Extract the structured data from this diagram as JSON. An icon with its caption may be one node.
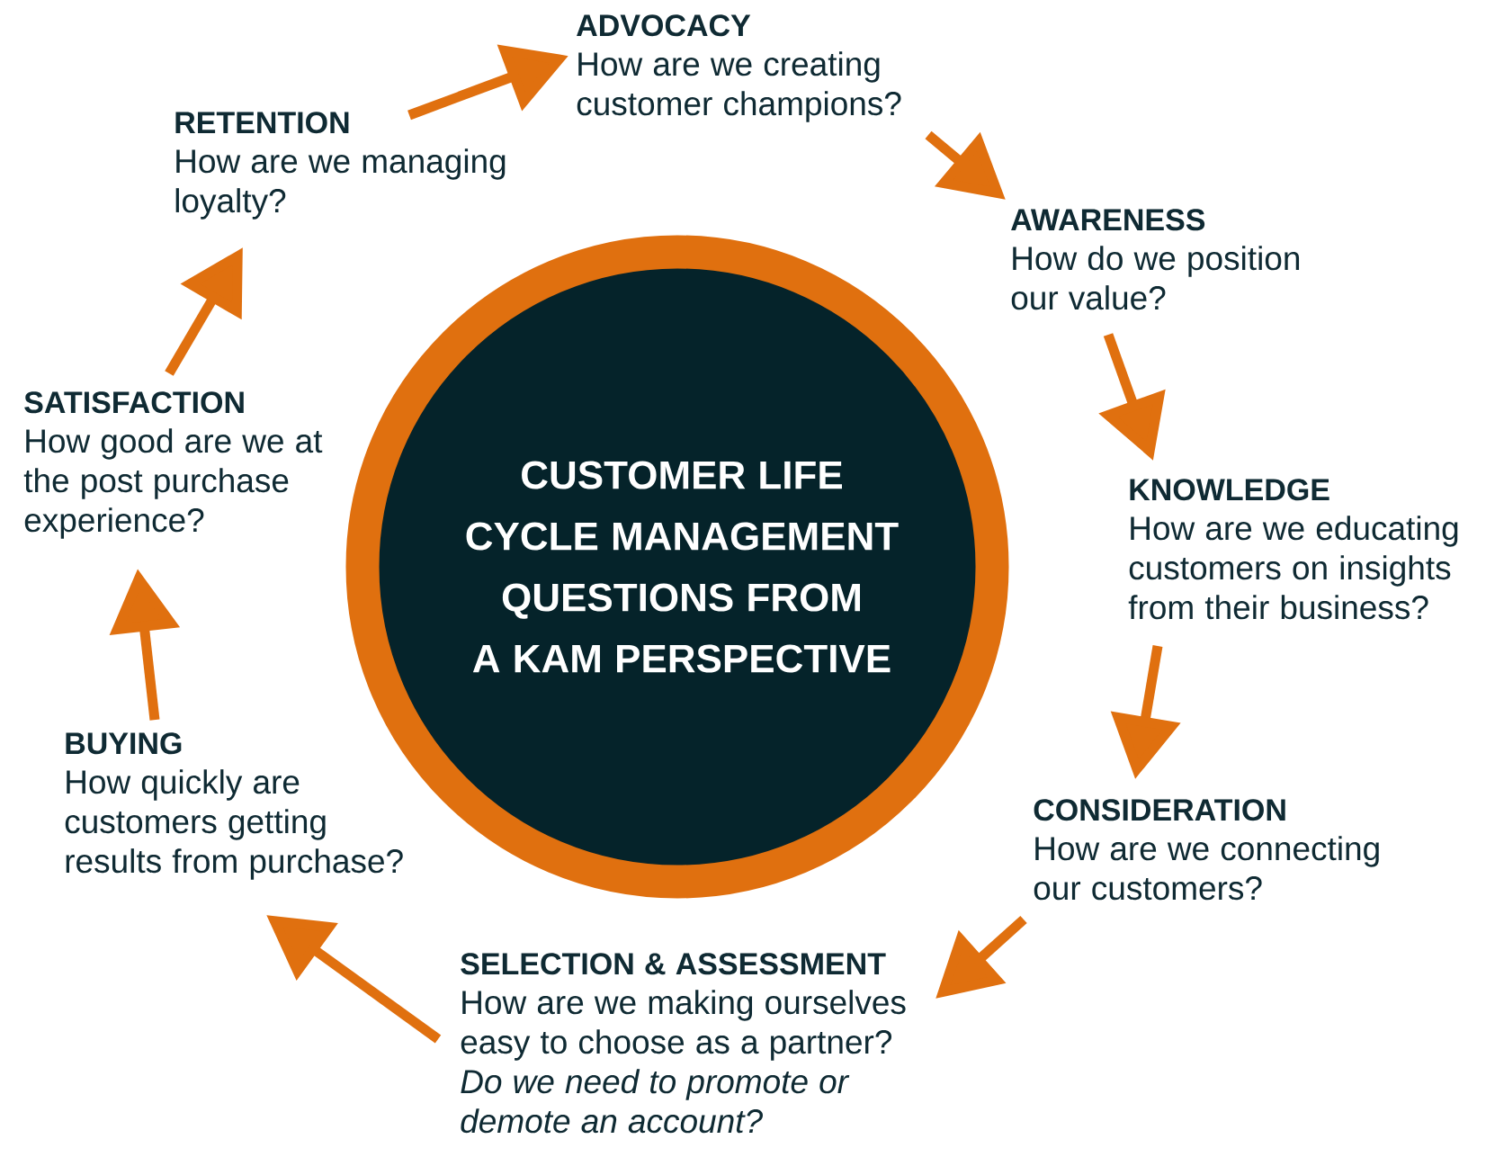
{
  "diagram": {
    "nodes": [
      {
        "text": [
          "CUSTOMER LIFE CYCLE MANAGEMENT QUESTIONS FROM A KAM PERSPECTIVE"
        ]
      },
      {
        "text": [
          "ADVOCACY",
          "How are we creating customer champions?"
        ]
      },
      {
        "text": [
          "AWARENESS",
          "How do we position our value?"
        ]
      },
      {
        "text": [
          "KNOWLEDGE",
          "How are we educating customers on insights from their business?"
        ]
      },
      {
        "text": [
          "CONSIDERATION",
          "How are we connecting our customers?"
        ]
      },
      {
        "text": [
          "SELECTION & ASSESSMENT",
          "How are we making ourselves easy to choose as a partner?",
          "Do we need to promote or demote an account?"
        ]
      },
      {
        "text": [
          "BUYING",
          "How quickly are customers getting results from purchase?"
        ]
      },
      {
        "text": [
          "SATISFACTION",
          "How good are we at the post purchase experience?"
        ]
      },
      {
        "text": [
          "RETENTION",
          "How are we managing loyalty?"
        ]
      }
    ],
    "edges": [
      {
        "from": 8,
        "to": 1,
        "arrow": "to"
      },
      {
        "from": 1,
        "to": 2,
        "arrow": "to"
      },
      {
        "from": 2,
        "to": 3,
        "arrow": "to"
      },
      {
        "from": 3,
        "to": 4,
        "arrow": "to"
      },
      {
        "from": 4,
        "to": 5,
        "arrow": "to"
      },
      {
        "from": 5,
        "to": 6,
        "arrow": "to"
      },
      {
        "from": 6,
        "to": 7,
        "arrow": "to"
      },
      {
        "from": 7,
        "to": 8,
        "arrow": "to"
      }
    ]
  }
}
